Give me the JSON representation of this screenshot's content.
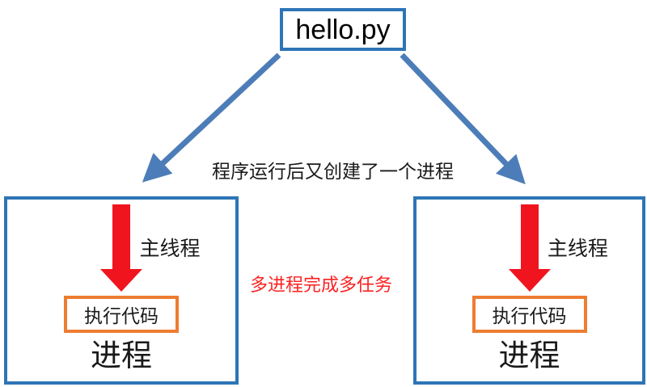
{
  "diagram": {
    "title_box": {
      "label": "hello.py"
    },
    "branch_annotation": "程序运行后又创建了一个进程",
    "center_note": "多进程完成多任务",
    "processes": [
      {
        "thread_label": "主线程",
        "code_box_label": "执行代码",
        "name": "进程"
      },
      {
        "thread_label": "主线程",
        "code_box_label": "执行代码",
        "name": "进程"
      }
    ]
  },
  "icons": {
    "branch_arrow_left": "diagonal-arrow-down-left",
    "branch_arrow_right": "diagonal-arrow-down-right",
    "main_thread_arrow": "thick-arrow-down"
  },
  "colors": {
    "box_border_blue": "#2E75B6",
    "arrow_blue": "#4C7DB8",
    "arrow_red": "#F0141E",
    "note_red": "#FB2222",
    "code_box_orange": "#ED7D31",
    "text_black": "#1A1A1A"
  }
}
